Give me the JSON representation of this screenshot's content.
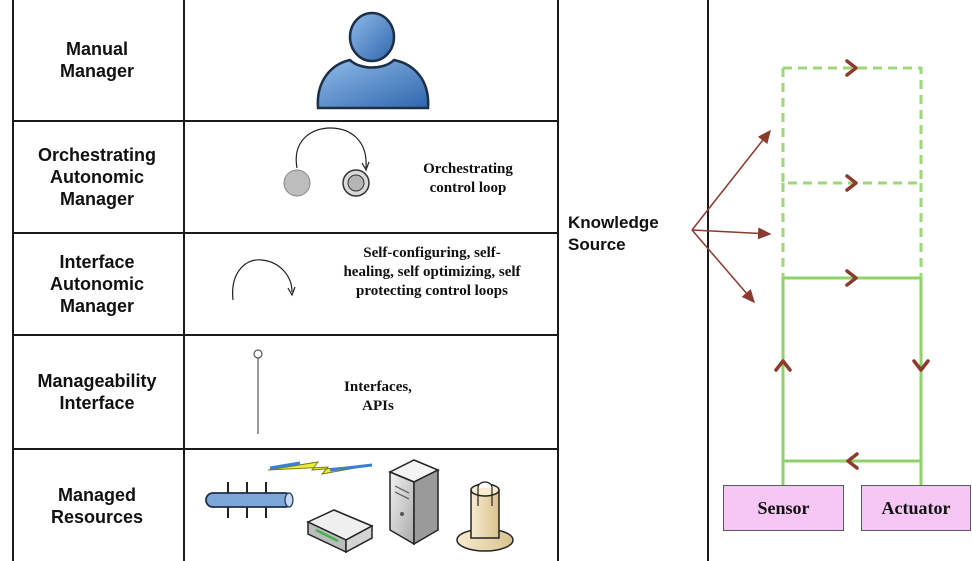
{
  "layers": [
    {
      "label": "Manual\nManager"
    },
    {
      "label": "Orchestrating\nAutonomic\nManager"
    },
    {
      "label": "Interface\nAutonomic\nManager"
    },
    {
      "label": "Manageability\nInterface"
    },
    {
      "label": "Managed\nResources"
    }
  ],
  "cell_text": {
    "orchestrating": "Orchestrating\ncontrol loop",
    "interface": "Self-configuring, self-\nhealing, self optimizing, self\nprotecting control loops",
    "manageability": "Interfaces,\nAPIs"
  },
  "knowledge": "Knowledge\nSource",
  "boxes": {
    "sensor": "Sensor",
    "actuator": "Actuator"
  },
  "colors": {
    "loop_green": "#8fd16a",
    "arrow_brown": "#8b3a2e",
    "box_fill": "#f6c6f4",
    "person_blue": "#4f86c8"
  },
  "icons": [
    "person-icon",
    "orchestrating-loop-icon",
    "control-loop-arc-icon",
    "interface-pin-icon",
    "pipe-icon",
    "lightning-icon",
    "router-icon",
    "server-icon",
    "robot-arm-icon"
  ]
}
